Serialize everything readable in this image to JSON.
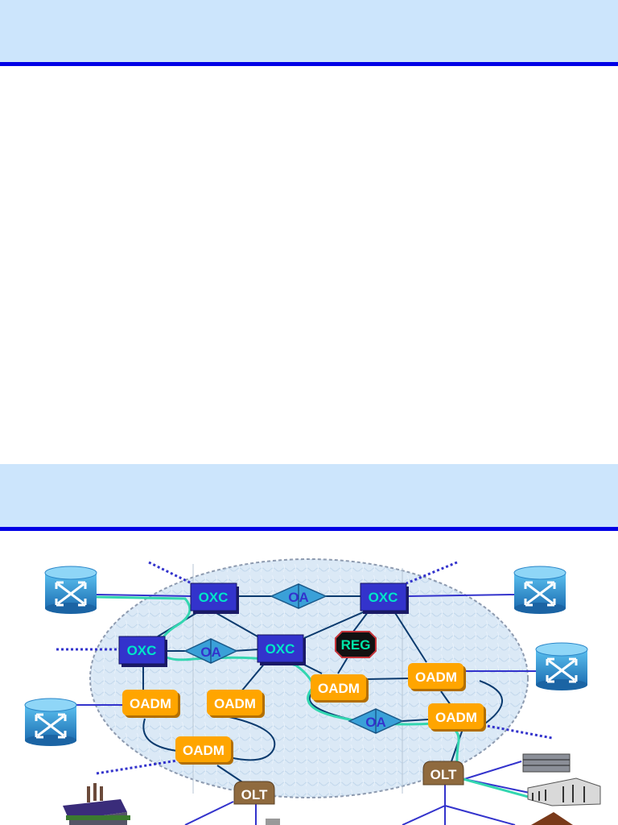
{
  "diagram": {
    "nodes": {
      "oxc_top_left": "OXC",
      "oxc_top_right": "OXC",
      "oxc_left": "OXC",
      "oxc_center": "OXC",
      "oa_top": "OA",
      "oa_left": "OA",
      "oa_bottom": "OA",
      "reg": "REG",
      "oadm_left": "OADM",
      "oadm_mid_left": "OADM",
      "oadm_bottom_left": "OADM",
      "oadm_center": "OADM",
      "oadm_right_upper": "OADM",
      "oadm_right_lower": "OADM",
      "olt_left": "OLT",
      "olt_right": "OLT"
    }
  },
  "colors": {
    "band_fill": "#cce5fc",
    "band_rule": "#0000e6",
    "oxc_fill": "#3333cc",
    "oxc_text": "#00e5c8",
    "oadm_fill": "#ffa500",
    "oa_fill": "#3aa0d8",
    "reg_text": "#00e5a8",
    "olt_fill": "#8f6a3e",
    "link": "#0a3a6e",
    "lightpath": "#33d6b0",
    "access_link": "#3333cc"
  }
}
